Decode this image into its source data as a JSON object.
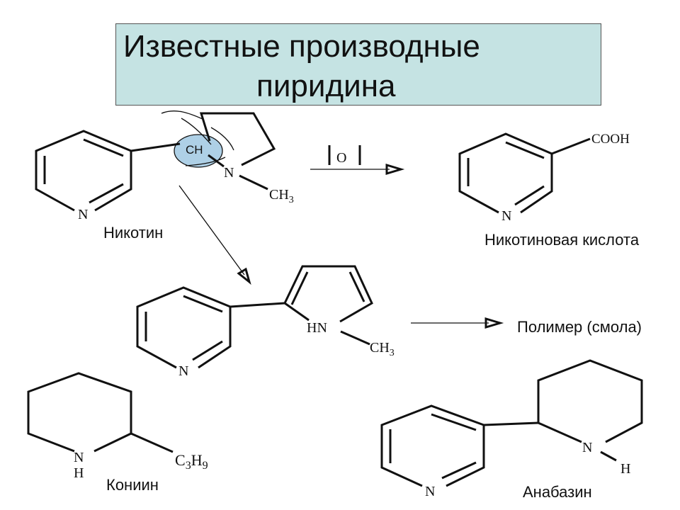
{
  "title": {
    "line1": "Известные производные",
    "line2": "пиридина"
  },
  "captions": {
    "nicotine": "Никотин",
    "nicotinic_acid": "Никотиновая кислота",
    "polymer": "Полимер (смола)",
    "coniine": "Кониин",
    "anabasine": "Анабазин"
  },
  "atoms": {
    "n": "N",
    "ch": "CH",
    "ch3": "CH",
    "ch3_sub": "3",
    "cooh": "COOH",
    "hn": "HN",
    "h": "H",
    "c3h9_c": "C",
    "c3h9_3": "3",
    "c3h9_h": "H",
    "c3h9_9": "9",
    "oxidant": "O"
  },
  "colors": {
    "title_bg": "#c5e3e3",
    "highlight_ellipse": "#aed0e6"
  }
}
